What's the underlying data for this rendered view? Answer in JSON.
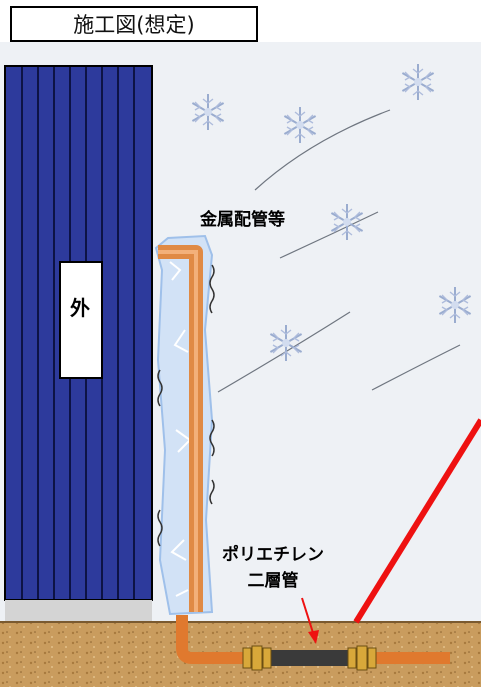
{
  "title": "施工図(想定)",
  "labels": {
    "metal_pipe": "金属配管等",
    "wall": "外",
    "pe_line1": "ポリエチレン",
    "pe_line2": "二層管"
  },
  "icons": [
    "snowflake-icon",
    "wind-line-icon",
    "ice-icon"
  ],
  "colors": {
    "sky": "#eef1f5",
    "wall": "#2d3a9c",
    "soil": "#c8a064",
    "pipe": "#e08a45",
    "ice": "#c8dcf5",
    "pe_pipe": "#3a3a3a",
    "fitting": "#d8a83a",
    "red_line": "#ee1111"
  }
}
